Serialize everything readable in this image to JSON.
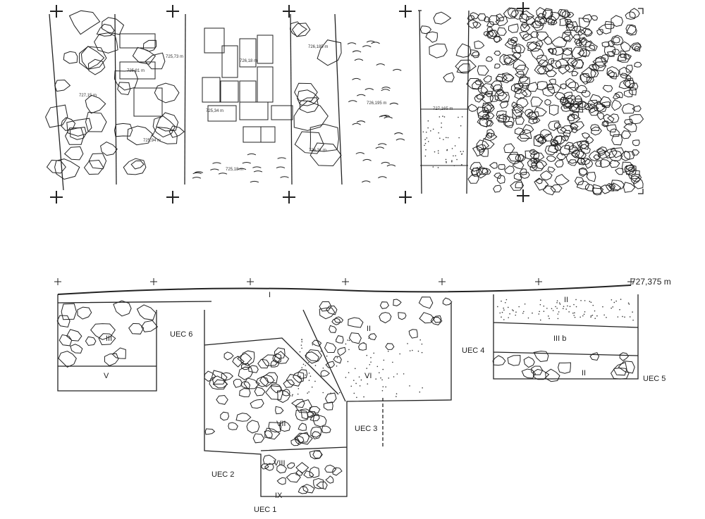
{
  "plan": {
    "elevations": [
      "727,15 m",
      "725,81 m",
      "725,73 m",
      "725,94 m",
      "725,34 m",
      "726,18 m",
      "726,185 m",
      "726,31 m",
      "725,18 m",
      "726,195 m",
      "727,165 m"
    ]
  },
  "section": {
    "datum": "727,375 m",
    "layers": [
      "I",
      "II",
      "III",
      "V",
      "VI",
      "VII",
      "VIII",
      "IX",
      "II",
      "III b",
      "II"
    ],
    "units": [
      "UEC 1",
      "UEC 2",
      "UEC 3",
      "UEC 4",
      "UEC 5",
      "UEC 6"
    ]
  }
}
